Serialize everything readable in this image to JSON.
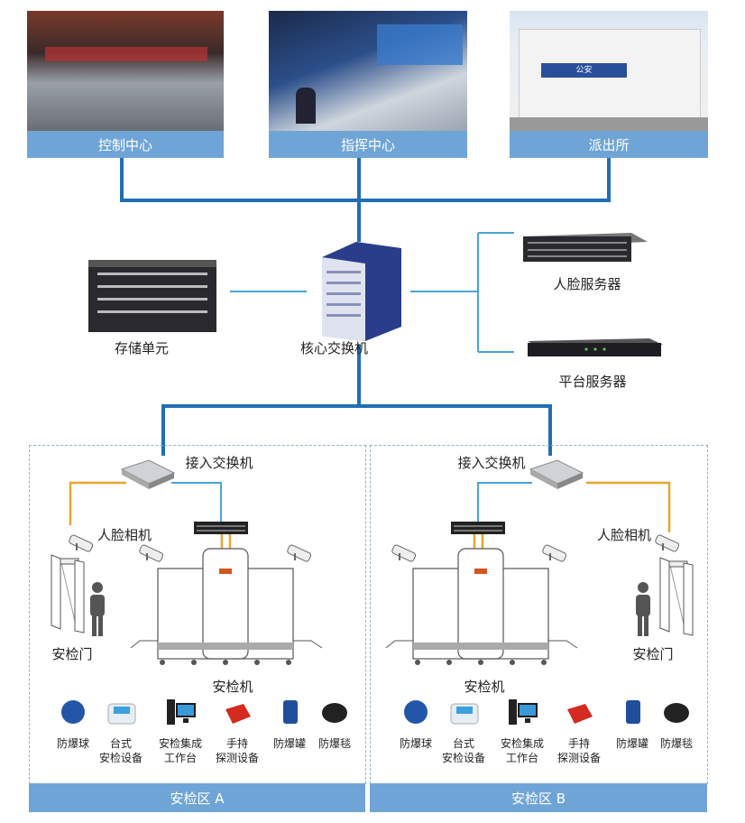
{
  "top_sites": [
    {
      "label": "控制中心"
    },
    {
      "label": "指挥中心"
    },
    {
      "label": "派出所"
    }
  ],
  "police_sign": "公安",
  "core": {
    "storage": "存储单元",
    "core_switch": "核心交换机",
    "face_server": "人脸服务器",
    "platform_server": "平台服务器"
  },
  "zones": [
    {
      "name": "安检区 A",
      "access_switch": "接入交换机",
      "face_camera": "人脸相机",
      "gate": "安检门",
      "machine": "安检机",
      "equipment": [
        {
          "l1": "防爆球",
          "l2": ""
        },
        {
          "l1": "台式",
          "l2": "安检设备"
        },
        {
          "l1": "安检集成",
          "l2": "工作台"
        },
        {
          "l1": "手持",
          "l2": "探测设备"
        },
        {
          "l1": "防爆罐",
          "l2": ""
        },
        {
          "l1": "防爆毯",
          "l2": ""
        }
      ]
    },
    {
      "name": "安检区 B",
      "access_switch": "接入交换机",
      "face_camera": "人脸相机",
      "gate": "安检门",
      "machine": "安检机",
      "equipment": [
        {
          "l1": "防爆球",
          "l2": ""
        },
        {
          "l1": "台式",
          "l2": "安检设备"
        },
        {
          "l1": "安检集成",
          "l2": "工作台"
        },
        {
          "l1": "手持",
          "l2": "探测设备"
        },
        {
          "l1": "防爆罐",
          "l2": ""
        },
        {
          "l1": "防爆毯",
          "l2": ""
        }
      ]
    }
  ],
  "colors": {
    "trunk": "#1f6fb5",
    "link": "#4ba3d6",
    "camera_link": "#e8a630",
    "label_bar": "#6fa5d6"
  }
}
